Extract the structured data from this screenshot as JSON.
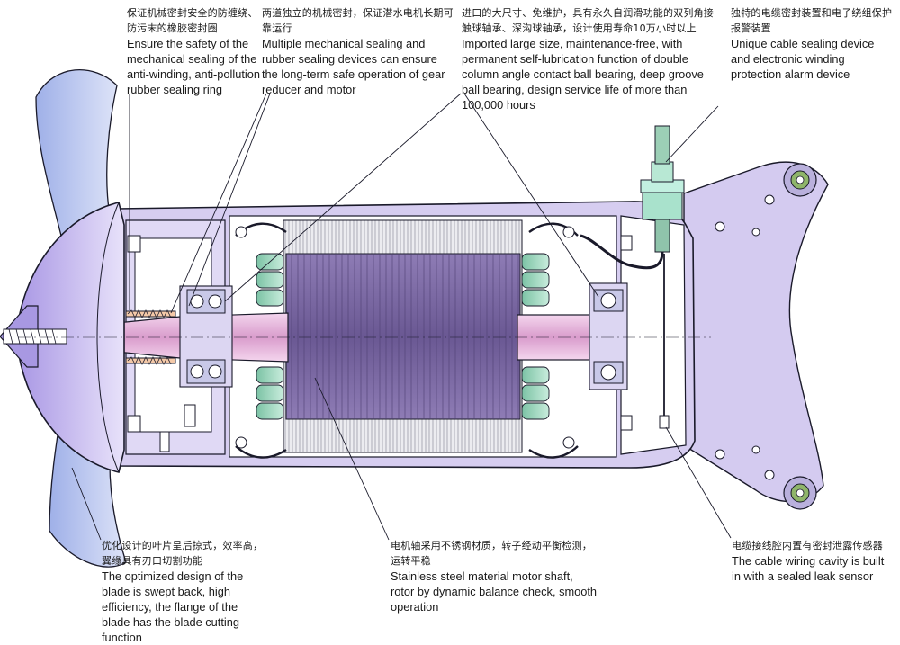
{
  "annotations": {
    "rubber_ring": {
      "zh": "保证机械密封安全的防缠绕、防污末的橡胶密封圈",
      "en": "Ensure the safety of the mechanical sealing of the anti-winding, anti-pollution rubber sealing ring"
    },
    "mech_seal": {
      "zh": "两道独立的机械密封，保证潜水电机长期可靠运行",
      "en": "Multiple mechanical sealing and rubber sealing devices can ensure the long-term safe operation of gear reducer and motor"
    },
    "bearings": {
      "zh": "进口的大尺寸、免维护，具有永久自润滑功能的双列角接触球轴承、深沟球轴承，设计使用寿命10万小时以上",
      "en": "Imported large size, maintenance-free, with permanent self-lubrication function of double column angle contact ball bearing, deep groove ball bearing, design service life of more than 100,000 hours"
    },
    "cable_seal": {
      "zh": "独特的电缆密封装置和电子绕组保护报警装置",
      "en": "Unique cable sealing device and electronic winding protection alarm device"
    },
    "blade": {
      "zh": "优化设计的叶片呈后掠式，效率高，翼缘具有刃口切割功能",
      "en": "The optimized design of the blade is swept back, high efficiency, the flange of the blade has the blade cutting function"
    },
    "shaft": {
      "zh": "电机轴采用不锈钢材质，转子经动平衡检测，运转平稳",
      "en": "Stainless steel material motor shaft, rotor by dynamic balance check, smooth operation"
    },
    "cable_cavity": {
      "zh": "电缆接线腔内置有密封泄露传感器",
      "en": "The cable wiring cavity is built in with a sealed leak sensor"
    }
  },
  "colors": {
    "housing": "#d2c9ef",
    "housing_dark": "#a99fd6",
    "blade": "#c4cdf2",
    "cone": "#b9a8ea",
    "rotor": "#7d6aa6",
    "stator": "#e6e6ea",
    "winding": "#9fd7bf",
    "shaft": "#e7b8de",
    "bearing": "#c8c8e8",
    "outline": "#1a1a2a"
  }
}
